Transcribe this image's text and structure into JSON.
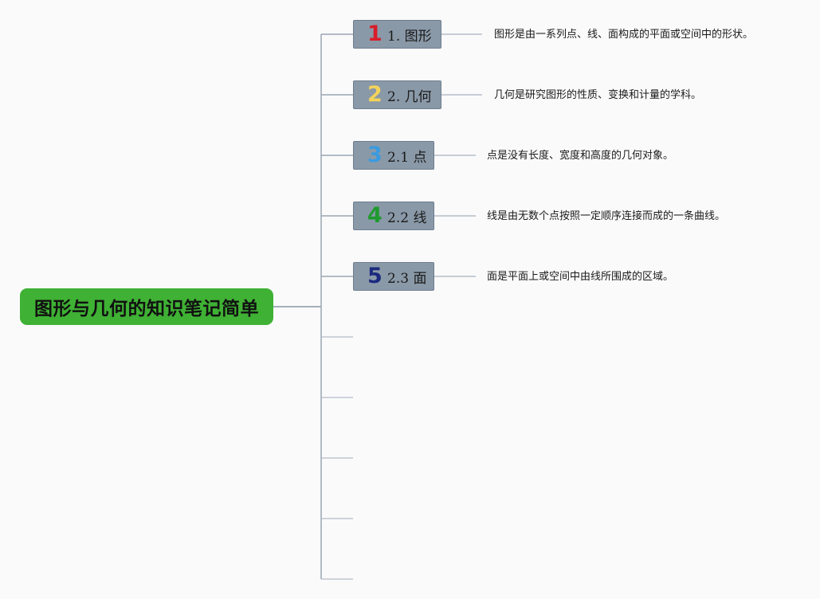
{
  "root": {
    "title": "图形与几何的知识笔记简单"
  },
  "topics": [
    {
      "number": "1",
      "label": "1. 图形",
      "note": "图形是由一系列点、线、面构成的平面或空间中的形状。",
      "number_color": "#d81e2a"
    },
    {
      "number": "2",
      "label": "2. 几何",
      "note": "几何是研究图形的性质、变换和计量的学科。",
      "number_color": "#f3d35a"
    },
    {
      "number": "3",
      "label": "2.1 点",
      "note": "点是没有长度、宽度和高度的几何对象。",
      "number_color": "#3a9be0"
    },
    {
      "number": "4",
      "label": "2.2 线",
      "note": "线是由无数个点按照一定顺序连接而成的一条曲线。",
      "number_color": "#1e9a2e"
    },
    {
      "number": "5",
      "label": "2.3 面",
      "note": "面是平面上或空间中由线所围成的区域。",
      "number_color": "#1b2a7e"
    }
  ],
  "colors": {
    "background": "#fafafb",
    "root_fill": "#3fb134",
    "topic_fill": "#8a99a8",
    "connector": "#9aa6b2"
  }
}
